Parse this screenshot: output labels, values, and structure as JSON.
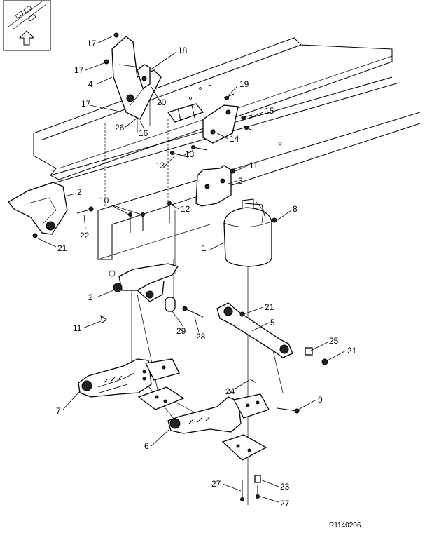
{
  "diagram": {
    "reference_code": "R1140206",
    "orientation_icon": "up-arrow-icon",
    "callouts": [
      "17",
      "17",
      "4",
      "18",
      "19",
      "17",
      "20",
      "26",
      "16",
      "15",
      "14",
      "13",
      "13",
      "11",
      "3",
      "2",
      "10",
      "12",
      "8",
      "22",
      "21",
      "1",
      "2",
      "11",
      "21",
      "5",
      "29",
      "28",
      "25",
      "21",
      "24",
      "9",
      "7",
      "6",
      "27",
      "23",
      "27"
    ]
  }
}
